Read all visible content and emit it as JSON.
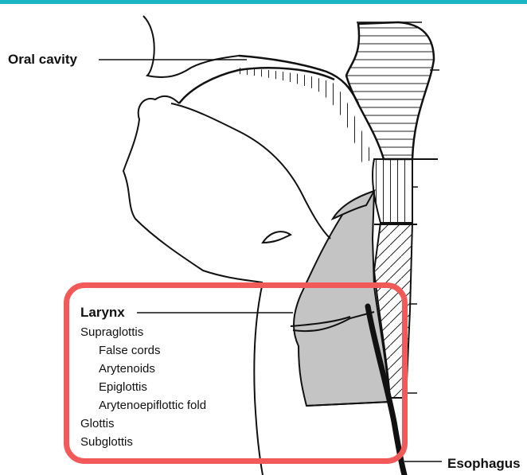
{
  "colors": {
    "accent_bar": "#19b5c2",
    "highlight": "#f25a5a",
    "shading": "#c4c4c4"
  },
  "labels": {
    "oral_cavity": "Oral cavity",
    "larynx": "Larynx",
    "esophagus": "Esophagus"
  },
  "larynx_items": [
    "Supraglottis",
    "False cords",
    "Arytenoids",
    "Epiglottis",
    "Arytenoepiflottic fold",
    "Glottis",
    "Subglottis"
  ]
}
